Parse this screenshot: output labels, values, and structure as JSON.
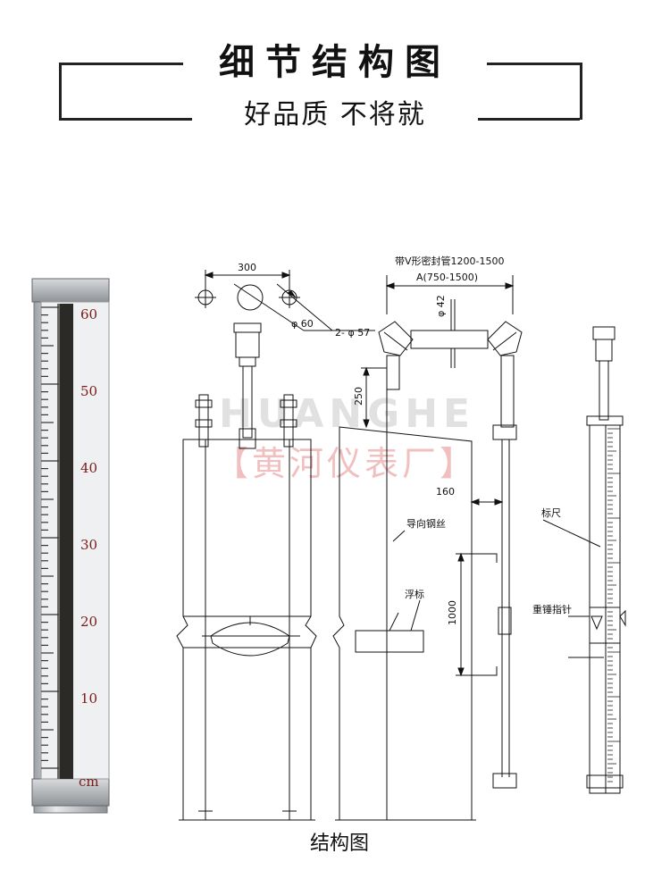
{
  "header": {
    "title": "细节结构图",
    "subtitle": "好品质 不将就"
  },
  "gauge_photo": {
    "scale_labels": [
      "60",
      "50",
      "40",
      "30",
      "20",
      "10",
      "cm"
    ]
  },
  "diagram": {
    "dim_300": "300",
    "dim_phi60": "φ 60",
    "dim_2phi57": "2- φ 57",
    "top_note": "带V形密封管1200-1500",
    "dim_A": "A(750-1500)",
    "dim_phi42": "φ 42",
    "dim_250": "250",
    "dim_160": "160",
    "label_guide_wire": "导向钢丝",
    "label_float": "浮标",
    "dim_1000": "1000",
    "label_scale": "标尺",
    "label_pointer": "重锤指针"
  },
  "watermark": {
    "brand": "HUANGHE",
    "company": "【黄河仪表厂】"
  },
  "caption": "结构图"
}
